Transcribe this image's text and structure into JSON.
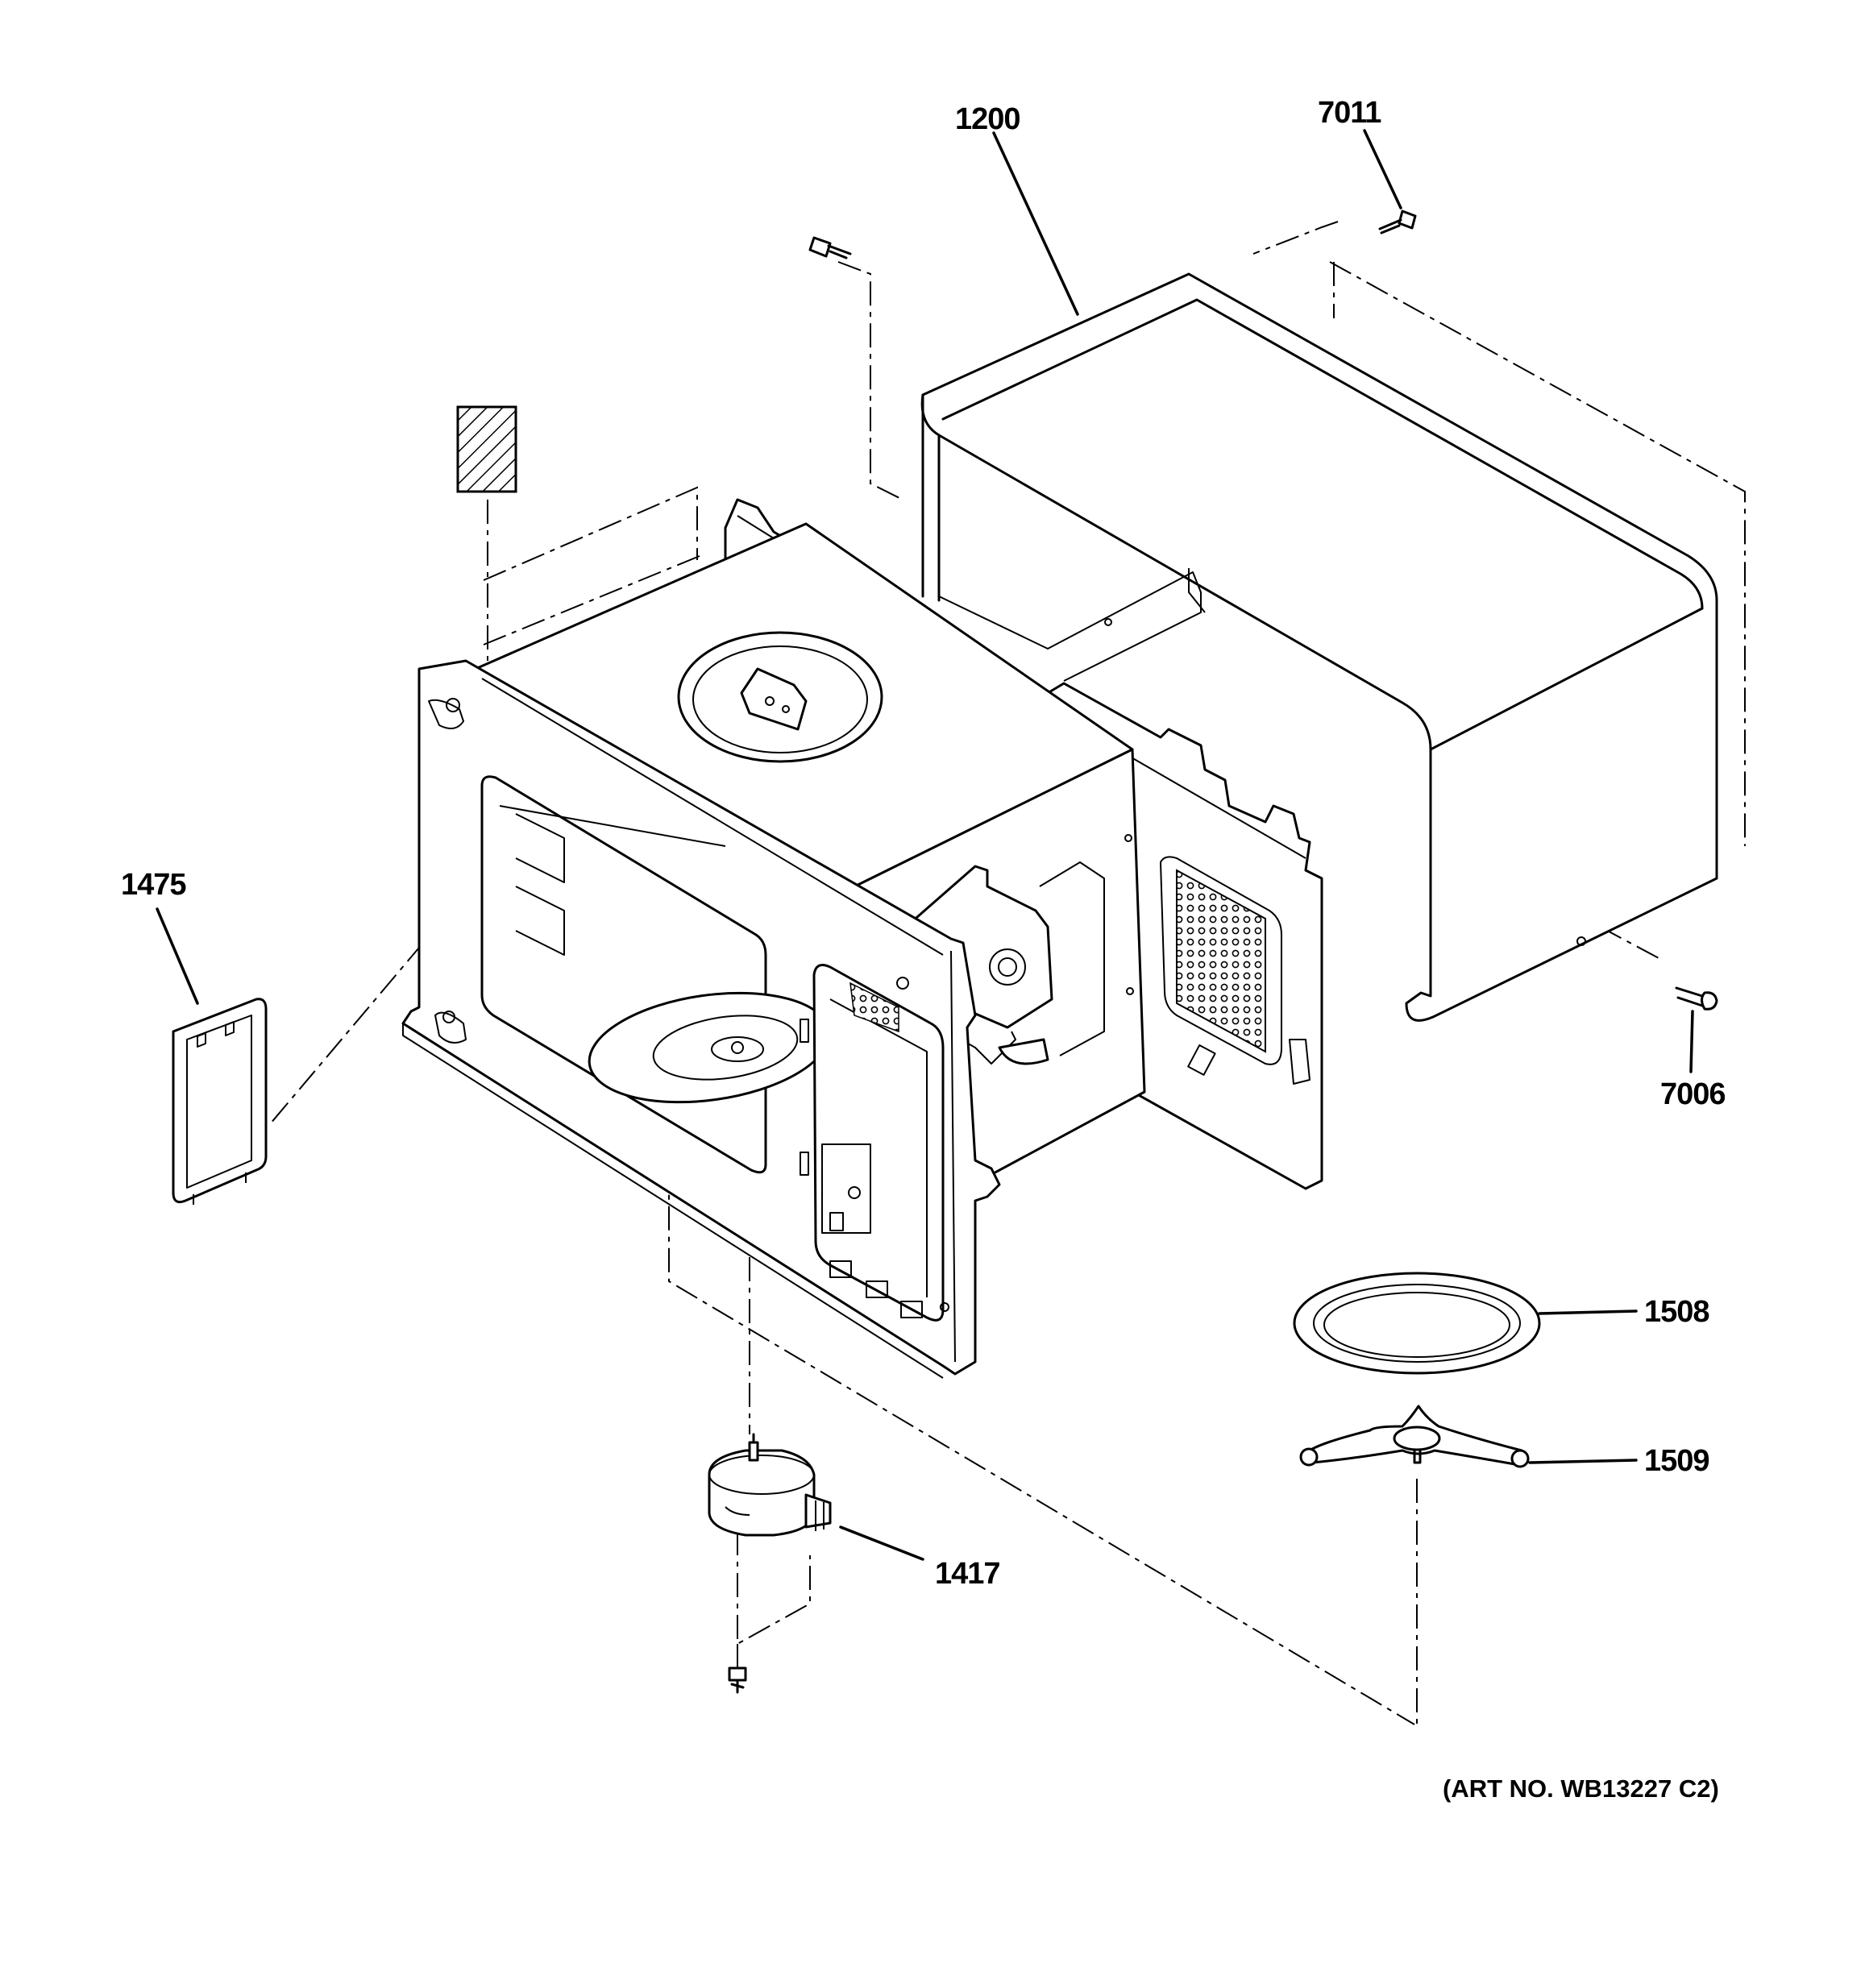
{
  "diagram": {
    "art_number": "(ART NO. WB13227 C2)",
    "parts": {
      "outer_case": "1200",
      "case_screw_top": "7011",
      "case_screw_back": "7006",
      "waveguide_cover": "1475",
      "glass_tray": "1508",
      "roller_support": "1509",
      "turntable_motor": "1417"
    }
  }
}
